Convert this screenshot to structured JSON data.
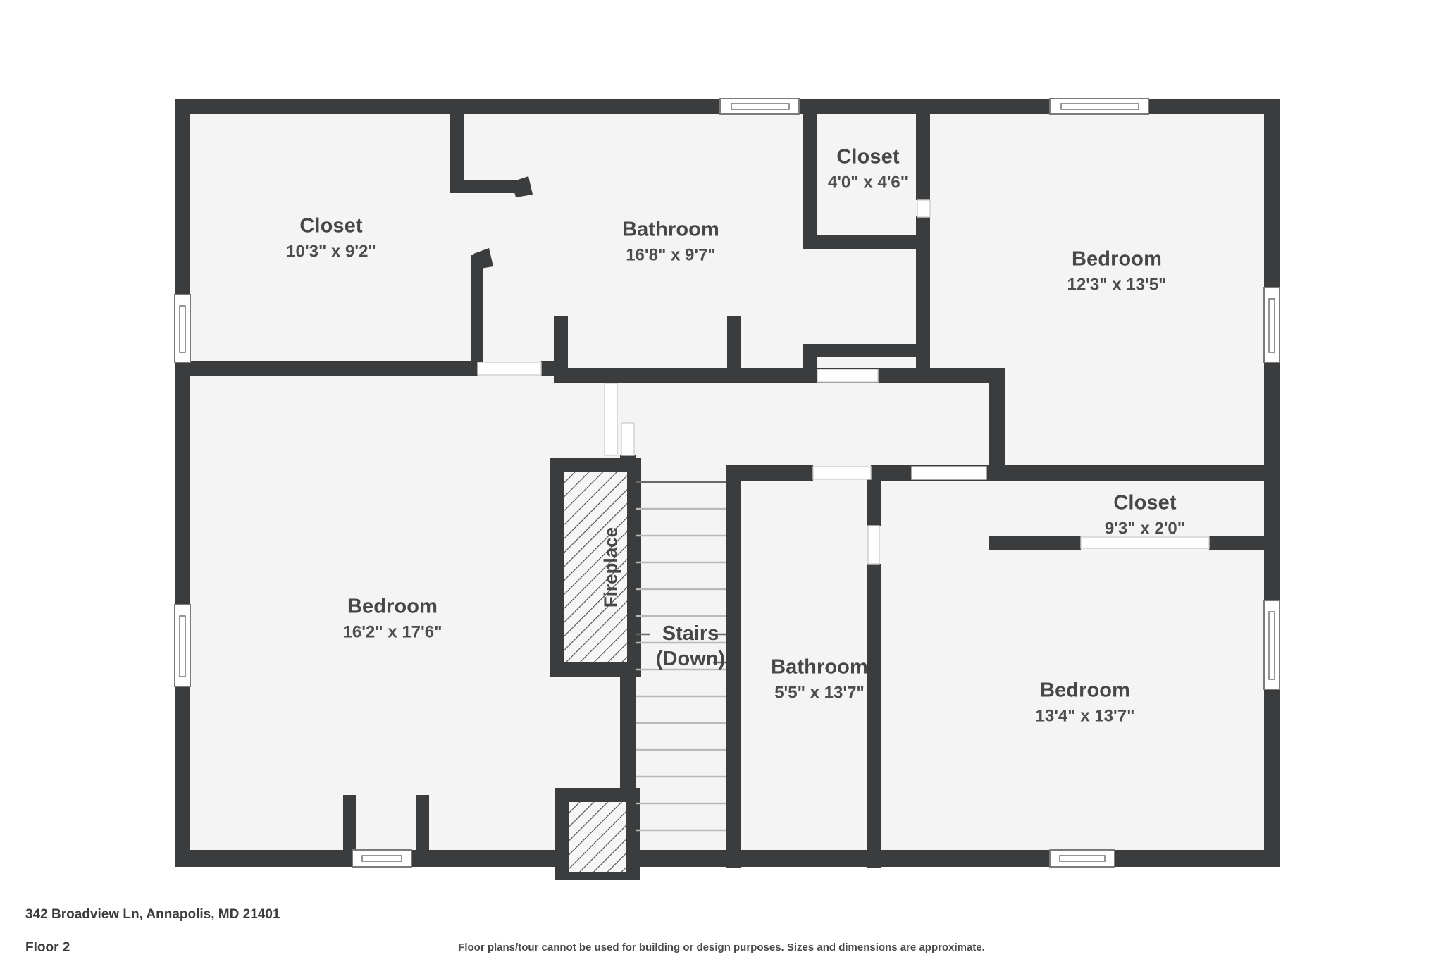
{
  "document": {
    "type": "floor-plan",
    "address": "342 Broadview Ln, Annapolis, MD 21401",
    "floor": "Floor 2",
    "disclaimer": "Floor plans/tour cannot be used for building or design purposes. Sizes and dimensions are approximate.",
    "colors": {
      "wall": "#3b3c3d",
      "room_fill": "#f4f4f4",
      "background": "#ffffff",
      "text": "#474747",
      "window": "#ffffff",
      "hatch": "#4a4a4a"
    }
  },
  "rooms": [
    {
      "id": "closet-nw",
      "name": "Closet",
      "dimensions": "10'3\" x 9'2\""
    },
    {
      "id": "bathroom-north",
      "name": "Bathroom",
      "dimensions": "16'8\" x 9'7\""
    },
    {
      "id": "closet-small",
      "name": "Closet",
      "dimensions": "4'0\" x 4'6\""
    },
    {
      "id": "bedroom-ne",
      "name": "Bedroom",
      "dimensions": "12'3\" x 13'5\""
    },
    {
      "id": "closet-east",
      "name": "Closet",
      "dimensions": "9'3\" x 2'0\""
    },
    {
      "id": "bedroom-sw",
      "name": "Bedroom",
      "dimensions": "16'2\" x 17'6\""
    },
    {
      "id": "bathroom-south",
      "name": "Bathroom",
      "dimensions": "5'5\" x 13'7\""
    },
    {
      "id": "bedroom-se",
      "name": "Bedroom",
      "dimensions": "13'4\" x 13'7\""
    }
  ],
  "features": {
    "fireplace_label": "Fireplace",
    "stairs_label_line1": "Stairs",
    "stairs_label_line2": "(Down)"
  }
}
